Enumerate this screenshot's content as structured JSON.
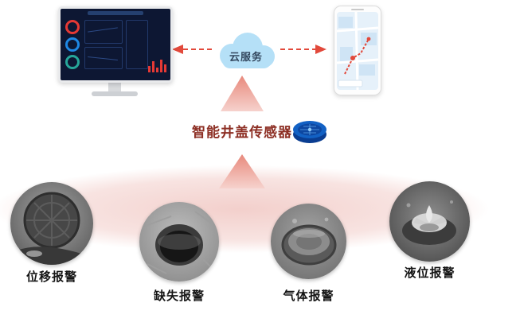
{
  "diagram": {
    "cloud": {
      "label": "云服务"
    },
    "sensor": {
      "label": "智能井盖传感器"
    },
    "alarms": [
      "位移报警",
      "缺失报警",
      "气体报警",
      "液位报警"
    ],
    "colors": {
      "arrow_red": "#e2493b",
      "cloud_blue": "#b5e0f7",
      "triangle_pink_top": "#e8897c",
      "triangle_pink_bottom": "#f6d2cd",
      "ellipse_pink": "#f2cdc9",
      "sensor_blue": "#1261c4",
      "sensor_label_red": "#8d2f24"
    }
  }
}
